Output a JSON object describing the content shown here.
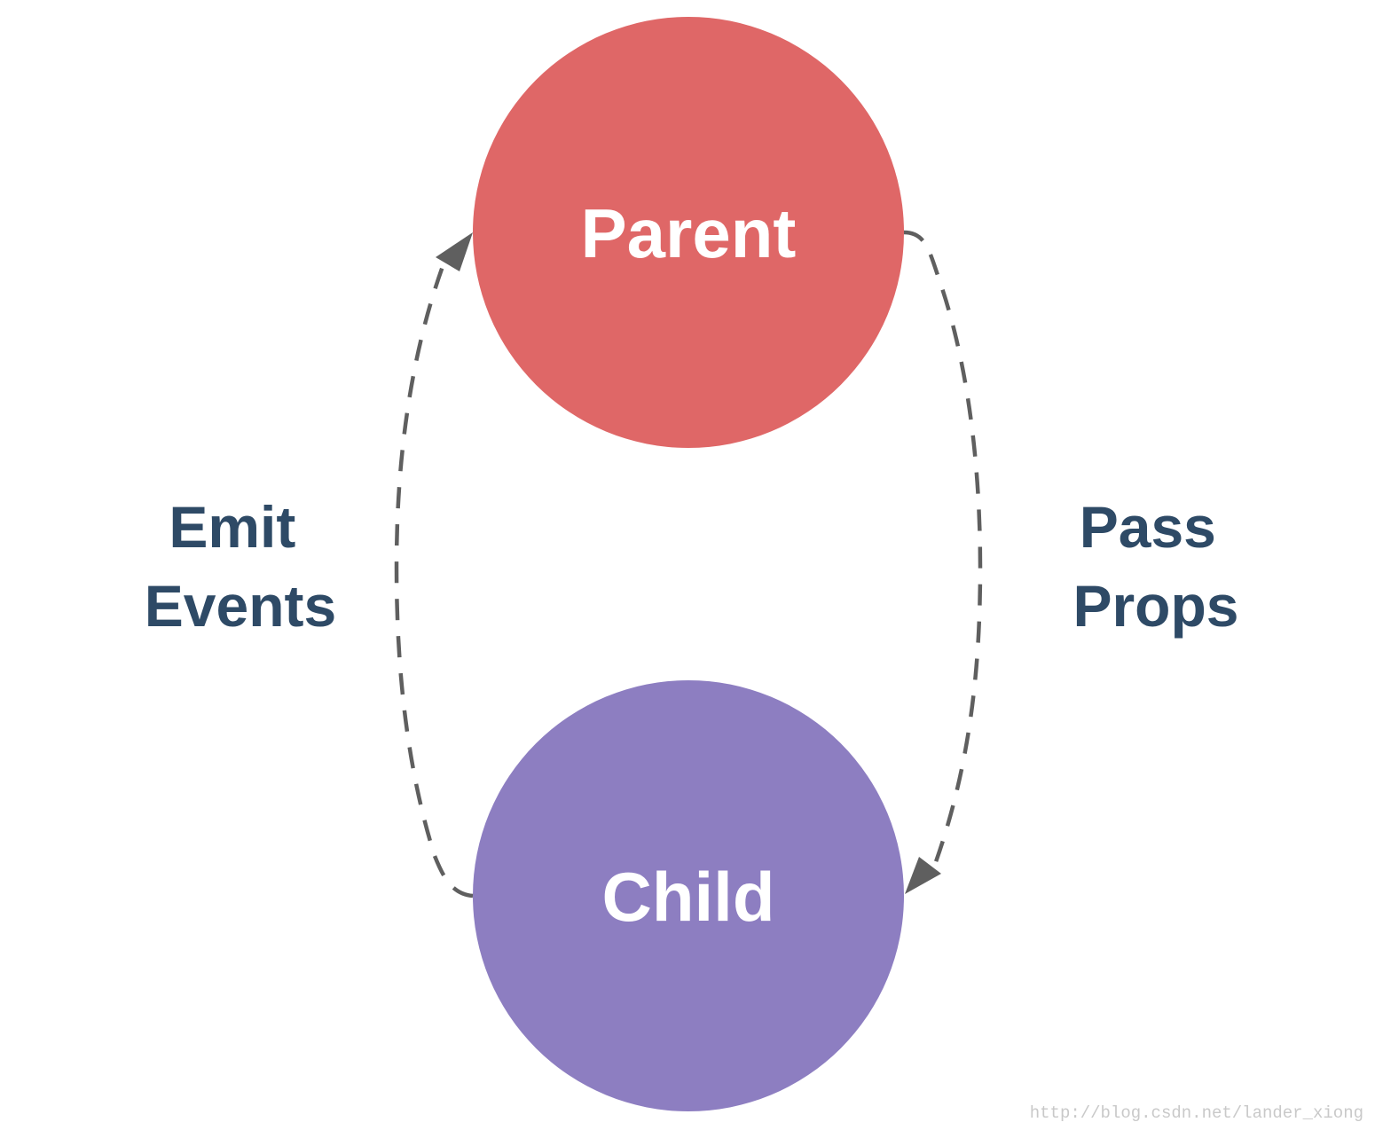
{
  "diagram": {
    "nodes": {
      "parent": {
        "label": "Parent",
        "color": "#df6767"
      },
      "child": {
        "label": "Child",
        "color": "#8d7ec1"
      }
    },
    "edges": {
      "pass_props": {
        "line1": "Pass",
        "line2": "Props"
      },
      "emit_events": {
        "line1": "Emit",
        "line2": "Events"
      }
    },
    "label_color": "#2e4a66",
    "arrow_color": "#5f5f5f"
  },
  "watermark": "http://blog.csdn.net/lander_xiong"
}
